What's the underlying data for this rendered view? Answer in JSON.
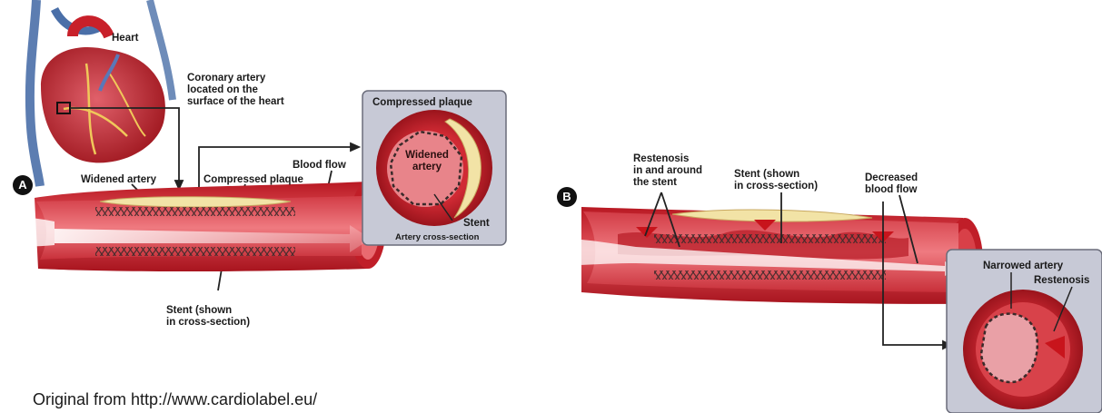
{
  "panel_a": {
    "badge": "A",
    "heart": "Heart",
    "coronary_artery": "Coronary artery\nlocated on the\nsurface of the heart",
    "widened_artery": "Widened artery",
    "compressed_plaque": "Compressed plaque",
    "blood_flow": "Blood flow",
    "stent": "Stent (shown\nin cross-section)",
    "inset": {
      "compressed_plaque": "Compressed plaque",
      "widened_artery": "Widened\nartery",
      "stent": "Stent",
      "caption": "Artery cross-section"
    }
  },
  "panel_b": {
    "badge": "B",
    "restenosis": "Restenosis\nin and around\nthe stent",
    "stent": "Stent (shown\nin cross-section)",
    "decreased_flow": "Decreased\nblood flow",
    "inset": {
      "narrowed_artery": "Narrowed artery",
      "restenosis": "Restenosis"
    }
  },
  "credit": "Original from http://www.cardiolabel.eu/",
  "colors": {
    "artery_outer": "#c8202a",
    "artery_inner": "#e0505a",
    "plaque": "#f0e0a0",
    "inset_bg": "#c7c9d6",
    "stent": "#3a2a2a"
  }
}
